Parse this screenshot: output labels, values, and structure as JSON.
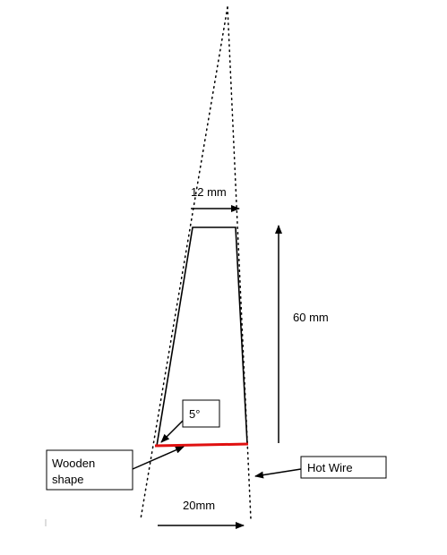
{
  "labels": {
    "top_width": "12 mm",
    "height": "60 mm",
    "angle": "5°",
    "bottom_width": "20mm",
    "hot_wire": "Hot Wire",
    "wooden_line1": "Wooden",
    "wooden_line2": "shape"
  },
  "colors": {
    "hot_wire_edge": "#e01010",
    "ink": "#000000"
  }
}
